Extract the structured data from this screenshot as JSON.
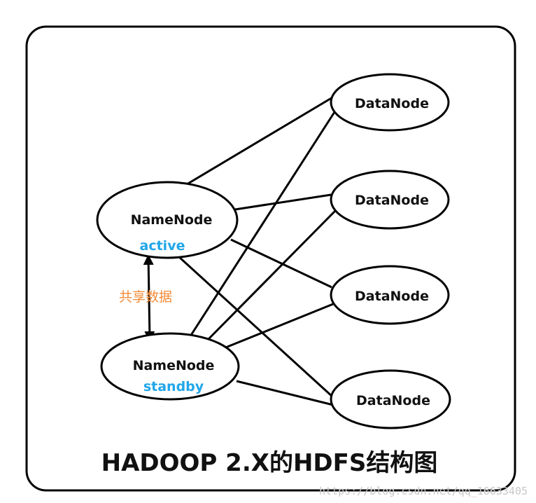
{
  "title": "HADOOP 2.X的HDFS结构图",
  "namenodes": [
    {
      "label": "NameNode",
      "state": "active"
    },
    {
      "label": "NameNode",
      "state": "standby"
    }
  ],
  "datanodes": [
    {
      "label": "DataNode"
    },
    {
      "label": "DataNode"
    },
    {
      "label": "DataNode"
    },
    {
      "label": "DataNode"
    }
  ],
  "shared_data_label": "共享数据",
  "watermark": "https://blog.csdn.net/qq_16633405",
  "colors": {
    "state_text": "#21a6e8",
    "shared_text": "#f28a36",
    "outline": "#000000",
    "watermark": "#c8c8c8"
  }
}
